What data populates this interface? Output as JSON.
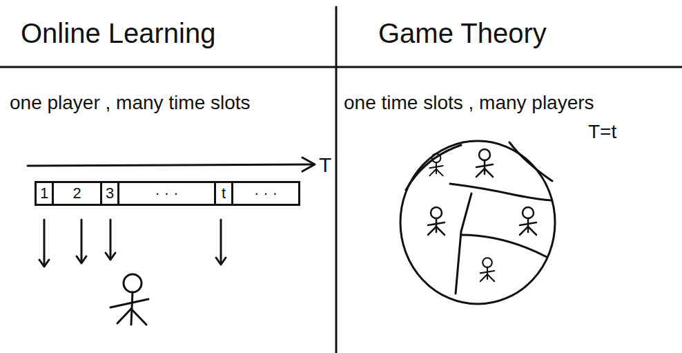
{
  "diagram": {
    "nodes": [
      {
        "text": [
          "1"
        ]
      },
      {
        "text": [
          "2"
        ]
      },
      {
        "text": [
          "3"
        ]
      },
      {
        "text": [
          "· · ·"
        ]
      },
      {
        "text": [
          "t"
        ]
      },
      {
        "text": [
          "· · ·"
        ]
      }
    ],
    "labels": [
      "Online Learning",
      "Game Theory",
      "one player , many time slots",
      "one time slots , many players",
      "T",
      "T=t"
    ]
  }
}
